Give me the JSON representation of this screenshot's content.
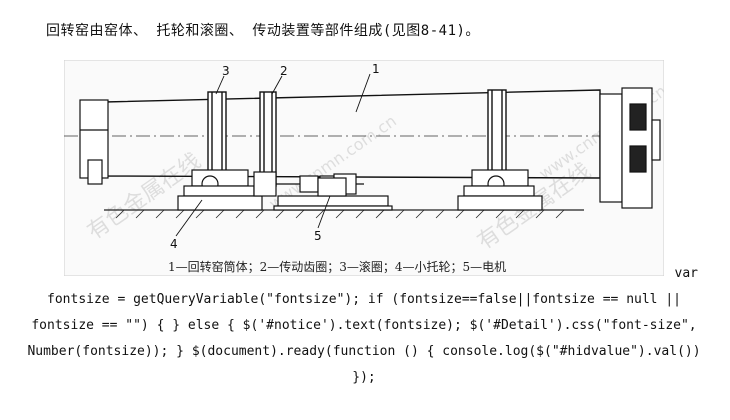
{
  "intro_text": "回转窑由窑体、 托轮和滚圈、 传动装置等部件组成(见图8-41)。",
  "figure": {
    "part_labels": [
      "1",
      "2",
      "3",
      "4",
      "5"
    ],
    "caption": "1—回转窑筒体；2—传动齿圈；3—滚圈；4—小托轮；5—电机",
    "watermark_text": [
      "有色金属在线",
      "www.cnmn.com.cn"
    ]
  },
  "code_snippet": {
    "first_line": "var",
    "rest": "fontsize = getQueryVariable(\"fontsize\"); if (fontsize==false||fontsize == null || fontsize == \"\") { } else { $('#notice').text(fontsize); $('#Detail').css(\"font-size\", Number(fontsize)); } $(document).ready(function () { console.log($(\"#hidvalue\").val()) });"
  }
}
